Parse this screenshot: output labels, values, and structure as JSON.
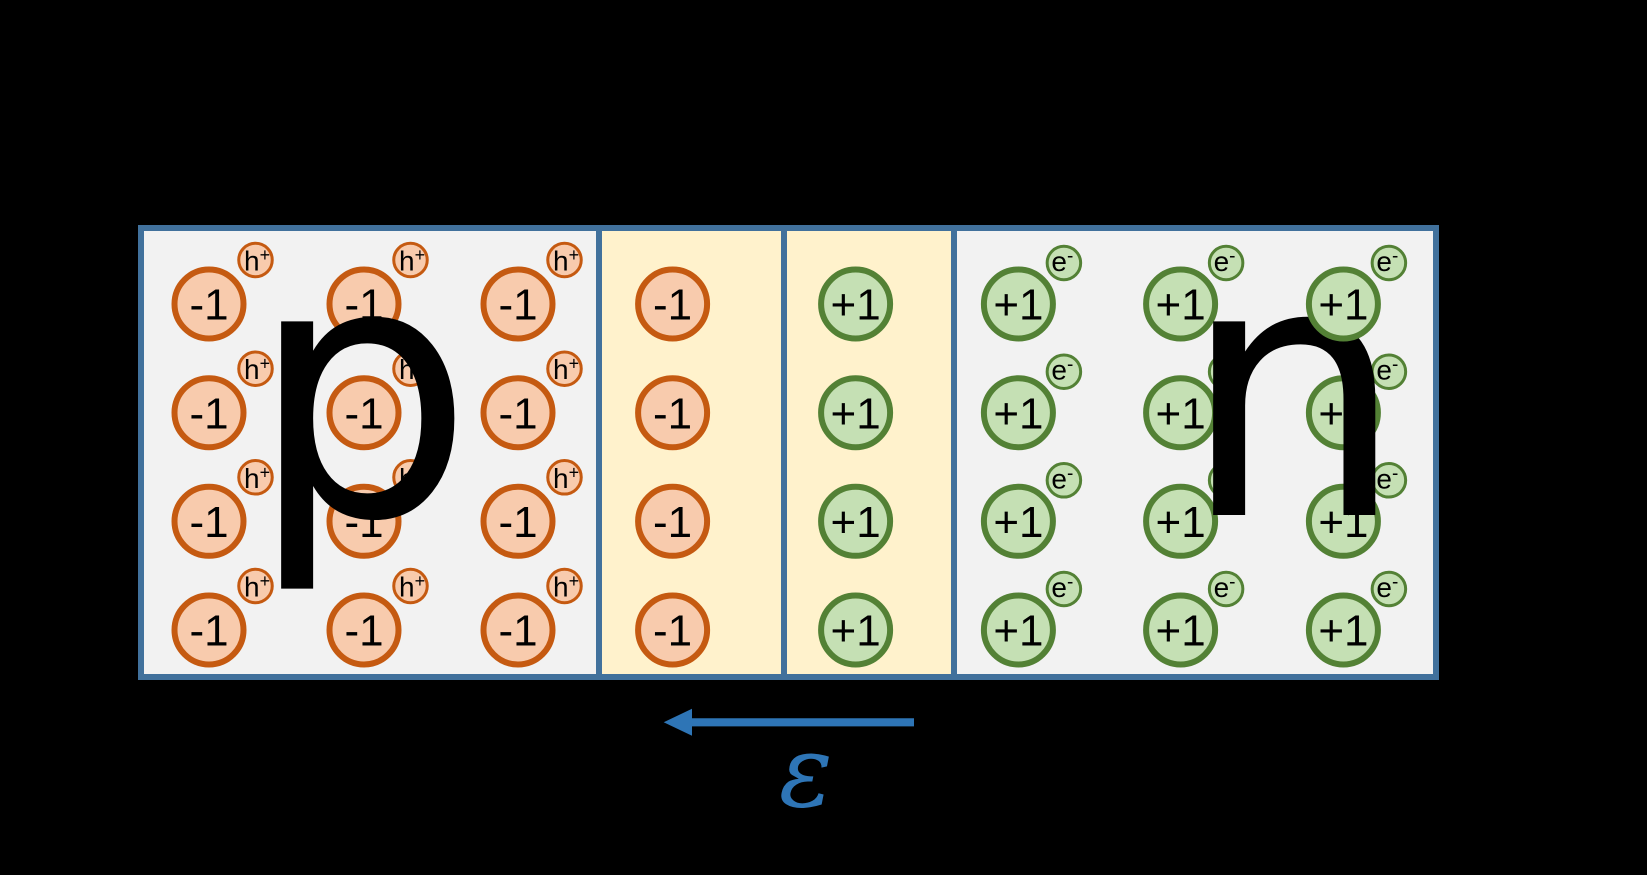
{
  "scene": {
    "description": "p-n junction diagram with depletion region and electric field arrow",
    "background_color": "#000000",
    "box": {
      "border_color": "#41719C",
      "semiconductor_fill": "#F2F2F2",
      "depletion_fill": "#FFF2CC"
    },
    "regions": {
      "p_label": "p",
      "n_label": "n",
      "letter_color": "#000000"
    },
    "ions": {
      "negative_label": "-1",
      "positive_label": "+1",
      "negative_stroke": "#C55A11",
      "negative_fill": "#F8CBAD",
      "positive_stroke": "#538135",
      "positive_fill": "#C5E0B4",
      "label_color": "#000000"
    },
    "carriers": {
      "hole_base": "h",
      "hole_sup": "+",
      "electron_base": "e",
      "electron_sup": "-"
    },
    "field": {
      "label": "ε",
      "color": "#2E75B6",
      "direction": "left"
    }
  }
}
